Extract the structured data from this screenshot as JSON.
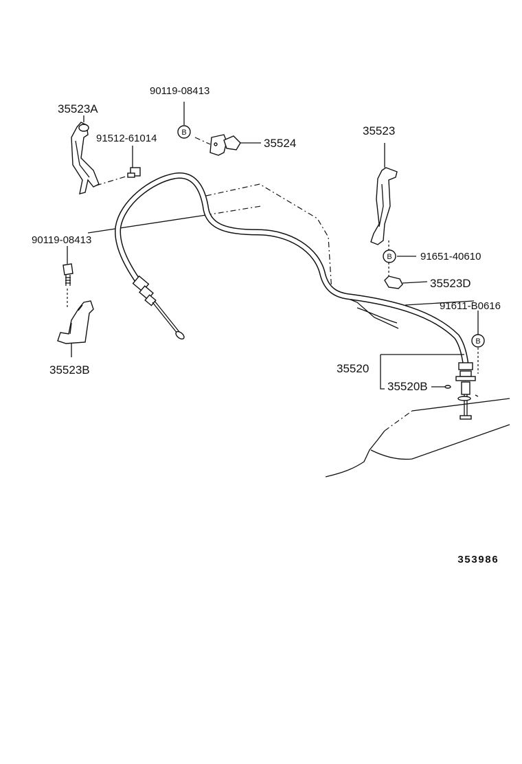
{
  "labels": {
    "p_35523A": "35523A",
    "p_90119_top": "90119-08413",
    "p_91512": "91512-61014",
    "p_35524": "35524",
    "p_35523": "35523",
    "p_90119_left": "90119-08413",
    "p_91651": "91651-40610",
    "p_35523D": "35523D",
    "p_91611": "91611-B0616",
    "p_35523B": "35523B",
    "p_35520": "35520",
    "p_35520B": "35520B"
  },
  "markers": {
    "b1": "B",
    "b2": "B",
    "b3": "B"
  },
  "illustration_code": "353986"
}
